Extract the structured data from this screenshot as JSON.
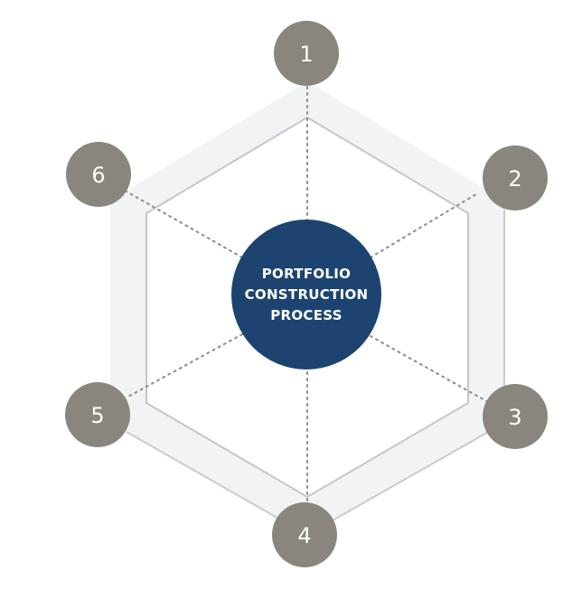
{
  "center": {
    "line1": "PORTFOLIO",
    "line2": "CONSTRUCTION",
    "line3": "PROCESS"
  },
  "nodes": [
    {
      "label": "1"
    },
    {
      "label": "2"
    },
    {
      "label": "3"
    },
    {
      "label": "4"
    },
    {
      "label": "5"
    },
    {
      "label": "6"
    }
  ],
  "colors": {
    "node": "#8a867d",
    "center": "#1d4471",
    "band": "#f2f3f5"
  }
}
